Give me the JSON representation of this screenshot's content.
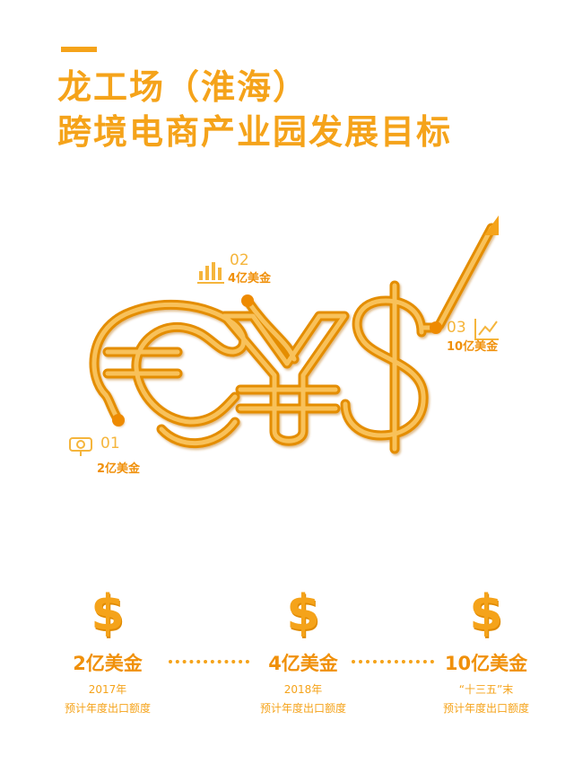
{
  "title": {
    "line1": "龙工场（淮海）",
    "line2": "跨境电商产业园发展目标"
  },
  "milestones": [
    {
      "num": "01",
      "value": "2亿美金",
      "icon": "coin-icon"
    },
    {
      "num": "02",
      "value": "4亿美金",
      "icon": "bar-chart-icon"
    },
    {
      "num": "03",
      "value": "10亿美金",
      "icon": "trend-chart-icon"
    }
  ],
  "symbols": {
    "euro": "€",
    "yen": "¥",
    "dollar": "$"
  },
  "targets": [
    {
      "symbol": "$",
      "amount": "2亿美金",
      "year": "2017年",
      "desc": "预计年度出口额度"
    },
    {
      "symbol": "$",
      "amount": "4亿美金",
      "year": "2018年",
      "desc": "预计年度出口额度"
    },
    {
      "symbol": "$",
      "amount": "10亿美金",
      "year": "“十三五”末",
      "desc": "预计年度出口额度"
    }
  ],
  "colors": {
    "primary": "#f5a31a",
    "dark": "#e08a00",
    "light": "#f8c15a"
  }
}
